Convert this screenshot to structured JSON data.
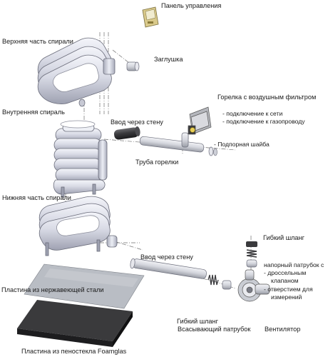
{
  "labels": {
    "control_panel": "Панель управления",
    "upper_coil": "Верхняя часть спирали",
    "plug": "Заглушка",
    "burner_with_filter": "Горелка с воздушным фильтром",
    "power_connection": "- подключение к сети",
    "gas_connection": "- подключение к газопроводу",
    "inner_coil": "Внутренняя спираль",
    "wall_inlet_upper": "Ввод через стену",
    "support_washer": "- Подпорная шайба",
    "burner_pipe": "Труба горелки",
    "lower_coil": "Нижняя часть спирали",
    "flexible_hose_top": "Гибкий шланг",
    "pressure_nozzle": "напорный патрубок с",
    "throttle_valve_1": "- дроссельным",
    "throttle_valve_2": "клапаном",
    "measure_hole_1": "- отверстием для",
    "measure_hole_2": "измерений",
    "wall_inlet_lower": "Ввод через стену",
    "steel_plate": "Пластина из нержавеющей стали",
    "flexible_hose_bottom": "Гибкий шланг",
    "suction_nozzle": "Всасывающий патрубок",
    "fan": "Вентилятор",
    "foamglas_plate": "Пластина из пеностекла Foamglas"
  },
  "colors": {
    "coil_fill": "#d9dbe6",
    "coil_stroke": "#6a6c7a",
    "steel_plate": "#b9bdc4",
    "foamglas": "#2b2b2d",
    "guide_line": "#6f6f6f"
  }
}
